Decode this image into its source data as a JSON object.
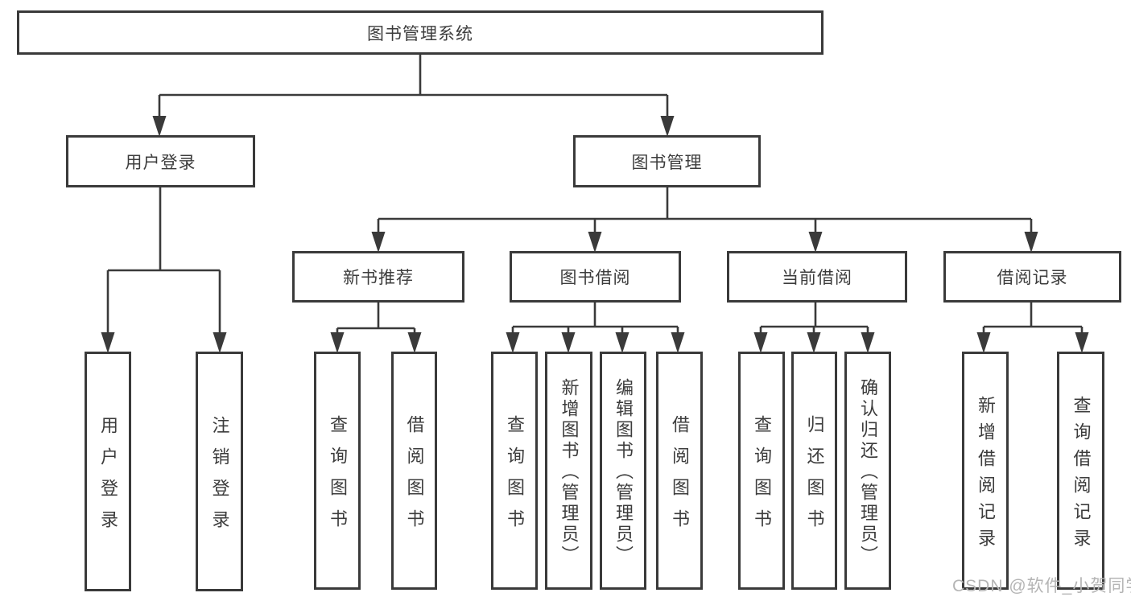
{
  "colors": {
    "line": "#3a3a3a",
    "box_border": "#3a3a3a",
    "text": "#3c3c3c",
    "watermark": "#b5b5b5",
    "background": "#ffffff"
  },
  "watermark": {
    "text": "CSDN @软件_小贺同学"
  },
  "tree": {
    "label": "图书管理系统",
    "children": [
      {
        "label": "用户登录",
        "children": [
          {
            "label": "用户登录"
          },
          {
            "label": "注销登录"
          }
        ]
      },
      {
        "label": "图书管理",
        "children": [
          {
            "label": "新书推荐",
            "children": [
              {
                "label": "查询图书"
              },
              {
                "label": "借阅图书"
              }
            ]
          },
          {
            "label": "图书借阅",
            "children": [
              {
                "label": "查询图书"
              },
              {
                "label": "新增图书（管理员）"
              },
              {
                "label": "编辑图书（管理员）"
              },
              {
                "label": "借阅图书"
              }
            ]
          },
          {
            "label": "当前借阅",
            "children": [
              {
                "label": "查询图书"
              },
              {
                "label": "归还图书"
              },
              {
                "label": "确认归还（管理员）"
              }
            ]
          },
          {
            "label": "借阅记录",
            "children": [
              {
                "label": "新增借阅记录"
              },
              {
                "label": "查询借阅记录"
              }
            ]
          }
        ]
      }
    ]
  }
}
